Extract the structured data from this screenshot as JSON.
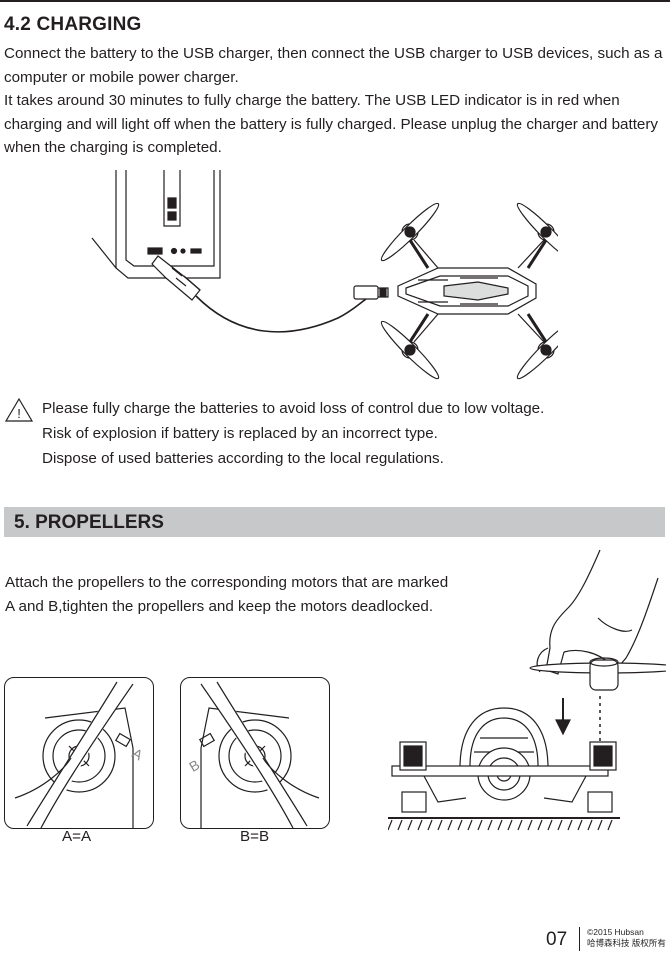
{
  "charging": {
    "heading": "4.2 CHARGING",
    "para1": "Connect the battery to the USB charger, then connect the USB charger to USB devices, such as a computer or mobile power charger.",
    "para2": "It takes around 30 minutes to fully charge the battery. The USB LED indicator is in red when charging and will light off when the battery is fully charged. Please unplug the charger and battery when the charging is completed."
  },
  "warning": {
    "icon_mark": "!",
    "lines": [
      "Please fully charge the batteries to avoid loss of control due to low voltage.",
      "Risk of explosion if battery is replaced by an incorrect type.",
      "Dispose of used batteries according to the local regulations."
    ]
  },
  "propellers": {
    "heading": "5. PROPELLERS",
    "para": "Attach the propellers to the corresponding motors that are marked A and B,tighten the propellers and keep the motors deadlocked.",
    "caption_a": "A=A",
    "caption_b": "B=B",
    "mark_a": "A",
    "mark_b": "B"
  },
  "footer": {
    "page": "07",
    "copyright": "©2015  Hubsan",
    "company": "哈博森科技   版权所有"
  }
}
